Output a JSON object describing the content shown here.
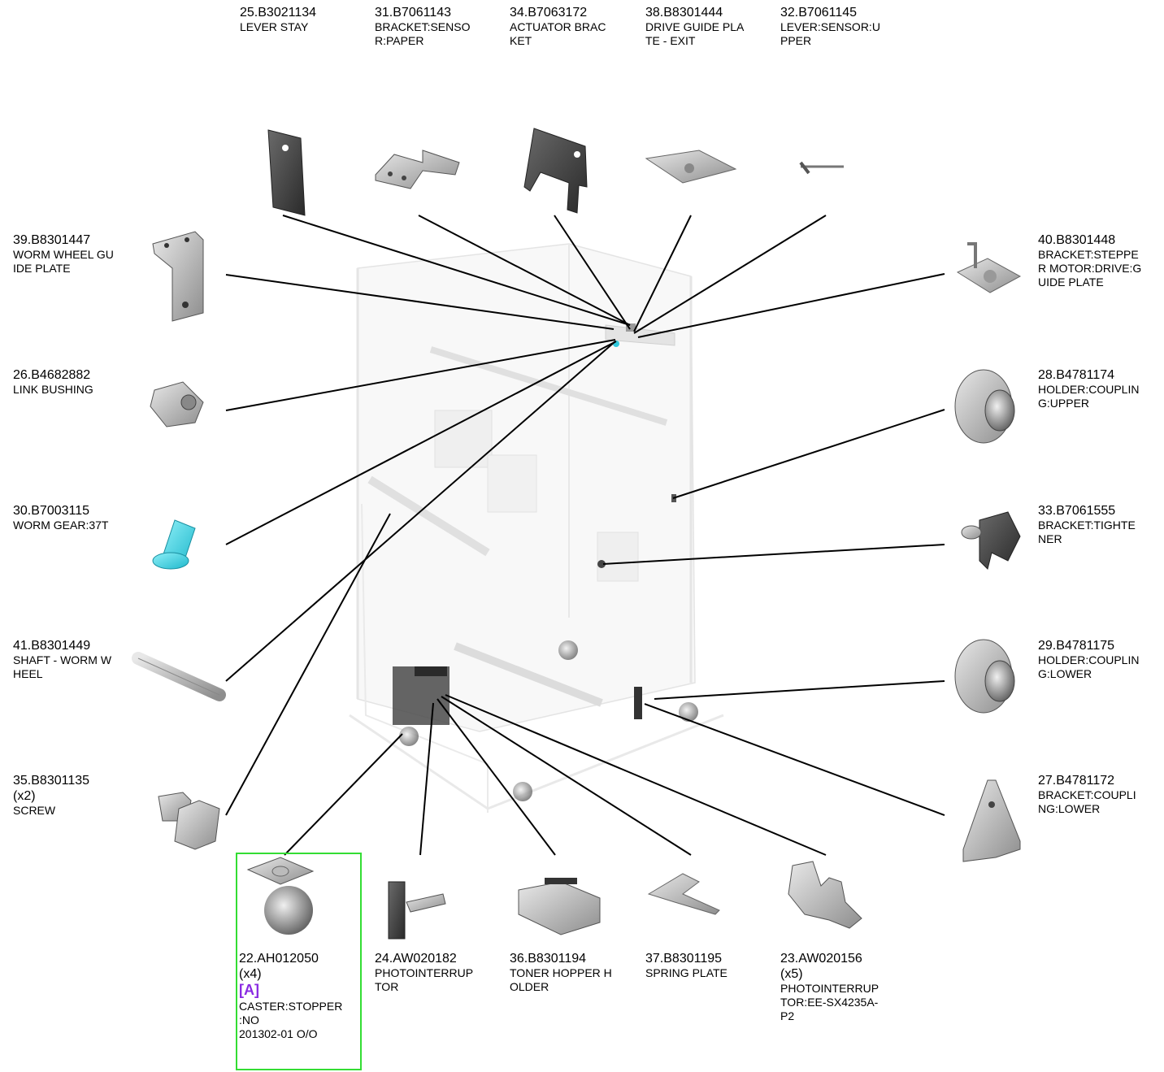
{
  "colors": {
    "highlight": "#33dd33",
    "reference": "#8a2be2",
    "worm_gear": "#33d6e6"
  },
  "parts": [
    {
      "id": "p25",
      "part_no": "25.B3021134",
      "desc": "LEVER STAY",
      "icon": "flat-plate-icon"
    },
    {
      "id": "p31",
      "part_no": "31.B7061143",
      "desc": "BRACKET:SENSO\nR:PAPER",
      "icon": "sensor-bracket-icon"
    },
    {
      "id": "p34",
      "part_no": "34.B7063172",
      "desc": "ACTUATOR BRAC\nKET",
      "icon": "actuator-bracket-icon"
    },
    {
      "id": "p38",
      "part_no": "38.B8301444",
      "desc": "DRIVE GUIDE PLA\nTE - EXIT",
      "icon": "guide-plate-icon"
    },
    {
      "id": "p32",
      "part_no": "32.B7061145",
      "desc": "LEVER:SENSOR:U\nPPER",
      "icon": "sensor-lever-icon"
    },
    {
      "id": "p39",
      "part_no": "39.B8301447",
      "desc": "WORM WHEEL GU\nIDE PLATE",
      "icon": "guide-plate-icon"
    },
    {
      "id": "p40",
      "part_no": "40.B8301448",
      "desc": "BRACKET:STEPPE\nR MOTOR:DRIVE:G\nUIDE PLATE",
      "icon": "motor-bracket-icon"
    },
    {
      "id": "p26",
      "part_no": "26.B4682882",
      "desc": "LINK BUSHING",
      "icon": "bushing-icon"
    },
    {
      "id": "p28",
      "part_no": "28.B4781174",
      "desc": "HOLDER:COUPLIN\nG:UPPER",
      "icon": "coupling-holder-icon"
    },
    {
      "id": "p30",
      "part_no": "30.B7003115",
      "desc": "WORM GEAR:37T",
      "icon": "worm-gear-icon"
    },
    {
      "id": "p33",
      "part_no": "33.B7061555",
      "desc": "BRACKET:TIGHTE\nNER",
      "icon": "tightener-bracket-icon"
    },
    {
      "id": "p41",
      "part_no": "41.B8301449",
      "desc": "SHAFT - WORM W\nHEEL",
      "icon": "shaft-icon"
    },
    {
      "id": "p29",
      "part_no": "29.B4781175",
      "desc": "HOLDER:COUPLIN\nG:LOWER",
      "icon": "coupling-holder-icon"
    },
    {
      "id": "p35",
      "part_no": "35.B8301135",
      "qty": "(x2)",
      "desc": "SCREW",
      "icon": "screw-icon"
    },
    {
      "id": "p27",
      "part_no": "27.B4781172",
      "desc": "BRACKET:COUPLI\nNG:LOWER",
      "icon": "coupling-bracket-icon"
    },
    {
      "id": "p22",
      "part_no": "22.AH012050",
      "qty": "(x4)",
      "ref": "[A]",
      "desc": "CASTER:STOPPER\n:NO",
      "note": "201302-01 O/O",
      "icon": "caster-icon"
    },
    {
      "id": "p24",
      "part_no": "24.AW020182",
      "desc": "PHOTOINTERRUP\nTOR",
      "icon": "photointerrupter-icon"
    },
    {
      "id": "p36",
      "part_no": "36.B8301194",
      "desc": "TONER HOPPER H\nOLDER",
      "icon": "hopper-holder-icon"
    },
    {
      "id": "p37",
      "part_no": "37.B8301195",
      "desc": "SPRING PLATE",
      "icon": "spring-plate-icon"
    },
    {
      "id": "p23",
      "part_no": "23.AW020156",
      "qty": "(x5)",
      "desc": "PHOTOINTERRUP\nTOR:EE-SX4235A-\nP2",
      "icon": "photointerrupter-icon"
    }
  ]
}
